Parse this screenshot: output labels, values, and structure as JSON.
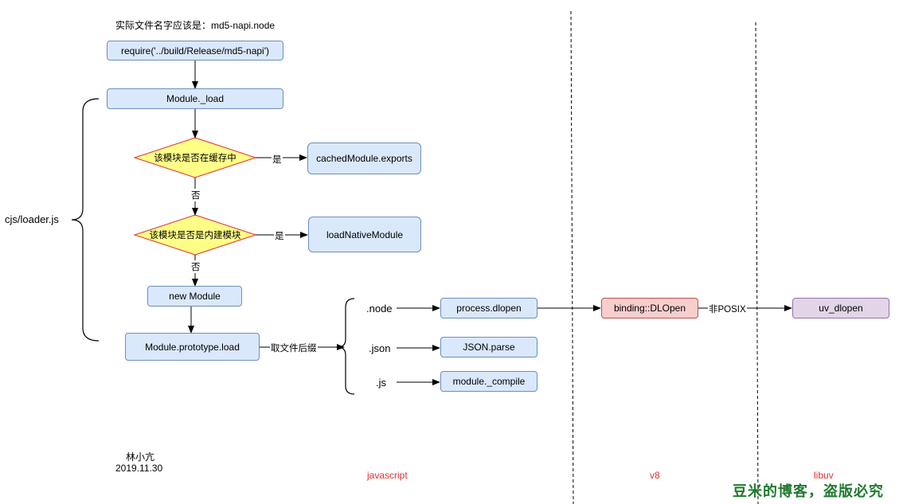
{
  "notes": {
    "top_note": "实际文件名字应该是：md5-napi.node",
    "bracket_label": "cjs/loader.js",
    "author": "林小亢",
    "date": "2019.11.30"
  },
  "nodes": {
    "require": "require('../build/Release/md5-napi')",
    "module_load": "Module._load",
    "cached_check": "该模块是否在缓存中",
    "cached_exports": "cachedModule.exports",
    "native_check": "该模块是否是内建模块",
    "load_native": "loadNativeModule",
    "new_module": "new Module",
    "proto_load": "Module.prototype.load",
    "process_dlopen": "process.dlopen",
    "json_parse": "JSON.parse",
    "module_compile": "module._compile",
    "binding_dlopen": "binding::DLOpen",
    "uv_dlopen": "uv_dlopen"
  },
  "edges": {
    "yes1": "是",
    "no1": "否",
    "yes2": "是",
    "no2": "否",
    "ext_label": "取文件后缀",
    "non_posix": "非POSIX"
  },
  "extensions": {
    "node": ".node",
    "json": ".json",
    "js": ".js"
  },
  "lanes": {
    "javascript": "javascript",
    "v8": "v8",
    "libuv": "libuv"
  },
  "watermark": "豆米的博客，盗版必究",
  "colors": {
    "process_fill": "#dae8fc",
    "process_stroke": "#6c8ebf",
    "decision_fill": "#ffff88",
    "decision_stroke": "#e03030",
    "v8_fill": "#f8cecc",
    "libuv_fill": "#e1d5e7",
    "lane_label": "#e03030",
    "watermark": "#1f7a2e"
  }
}
